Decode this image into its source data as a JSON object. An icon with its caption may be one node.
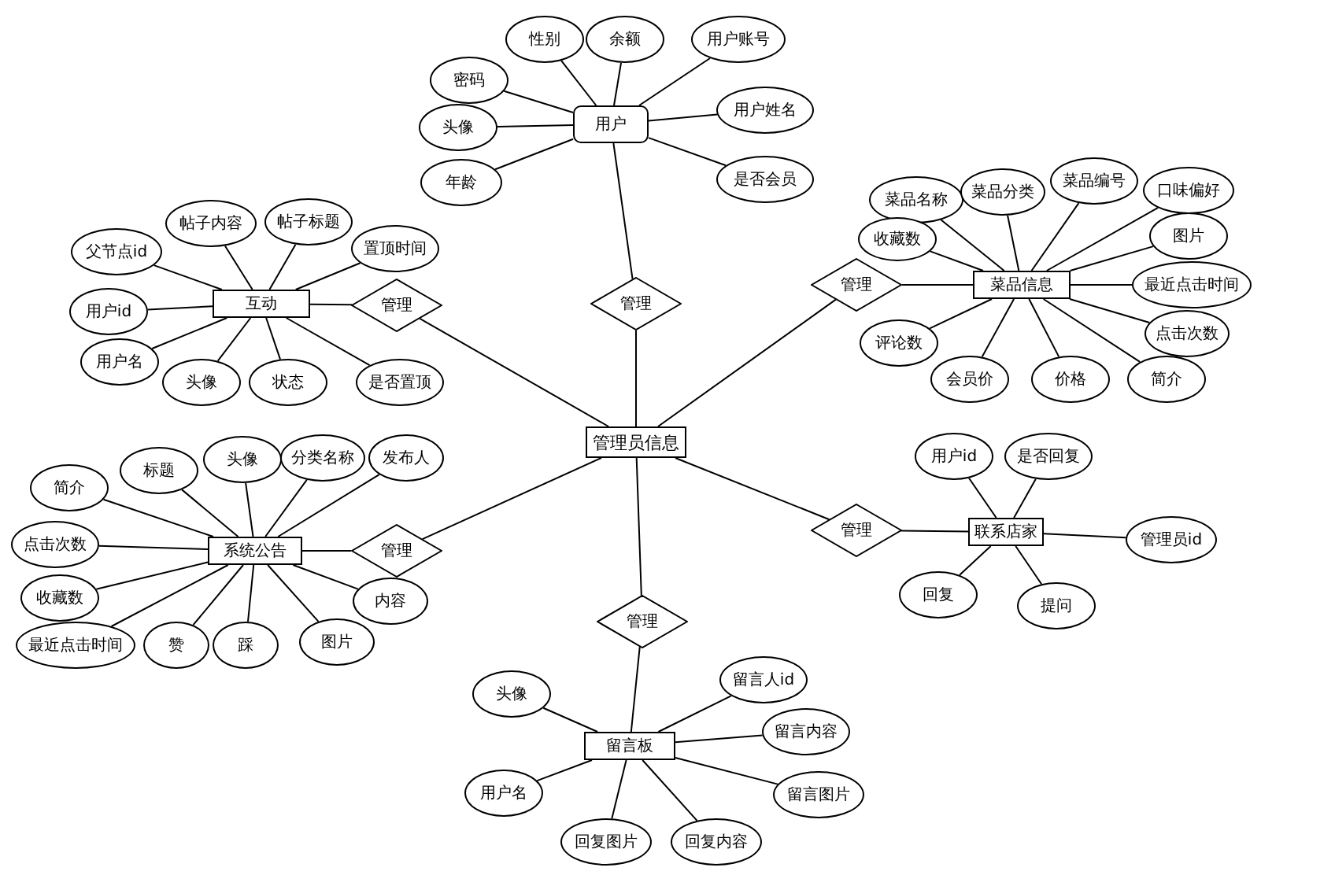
{
  "diagram": {
    "nodes": [
      {
        "text": [
          "管理员信息"
        ]
      },
      {
        "text": [
          "用户"
        ]
      },
      {
        "text": [
          "性别"
        ]
      },
      {
        "text": [
          "余额"
        ]
      },
      {
        "text": [
          "用户账号"
        ]
      },
      {
        "text": [
          "密码"
        ]
      },
      {
        "text": [
          "头像"
        ]
      },
      {
        "text": [
          "年龄"
        ]
      },
      {
        "text": [
          "用户姓名"
        ]
      },
      {
        "text": [
          "是否会员"
        ]
      },
      {
        "text": [
          "管理"
        ]
      },
      {
        "text": [
          "互动"
        ]
      },
      {
        "text": [
          "帖子内容"
        ]
      },
      {
        "text": [
          "帖子标题"
        ]
      },
      {
        "text": [
          "父节点id"
        ]
      },
      {
        "text": [
          "置顶时间"
        ]
      },
      {
        "text": [
          "用户id"
        ]
      },
      {
        "text": [
          "用户名"
        ]
      },
      {
        "text": [
          "头像"
        ]
      },
      {
        "text": [
          "状态"
        ]
      },
      {
        "text": [
          "是否置顶"
        ]
      },
      {
        "text": [
          "管理"
        ]
      },
      {
        "text": [
          "菜品信息"
        ]
      },
      {
        "text": [
          "菜品名称"
        ]
      },
      {
        "text": [
          "菜品分类"
        ]
      },
      {
        "text": [
          "菜品编号"
        ]
      },
      {
        "text": [
          "口味偏好"
        ]
      },
      {
        "text": [
          "收藏数"
        ]
      },
      {
        "text": [
          "图片"
        ]
      },
      {
        "text": [
          "最近点击时间"
        ]
      },
      {
        "text": [
          "点击次数"
        ]
      },
      {
        "text": [
          "评论数"
        ]
      },
      {
        "text": [
          "会员价"
        ]
      },
      {
        "text": [
          "价格"
        ]
      },
      {
        "text": [
          "简介"
        ]
      },
      {
        "text": [
          "管理"
        ]
      },
      {
        "text": [
          "系统公告"
        ]
      },
      {
        "text": [
          "简介"
        ]
      },
      {
        "text": [
          "标题"
        ]
      },
      {
        "text": [
          "头像"
        ]
      },
      {
        "text": [
          "分类名称"
        ]
      },
      {
        "text": [
          "发布人"
        ]
      },
      {
        "text": [
          "点击次数"
        ]
      },
      {
        "text": [
          "收藏数"
        ]
      },
      {
        "text": [
          "最近点击时间"
        ]
      },
      {
        "text": [
          "赞"
        ]
      },
      {
        "text": [
          "踩"
        ]
      },
      {
        "text": [
          "图片"
        ]
      },
      {
        "text": [
          "内容"
        ]
      },
      {
        "text": [
          "管理"
        ]
      },
      {
        "text": [
          "联系店家"
        ]
      },
      {
        "text": [
          "用户id"
        ]
      },
      {
        "text": [
          "是否回复"
        ]
      },
      {
        "text": [
          "管理员id"
        ]
      },
      {
        "text": [
          "回复"
        ]
      },
      {
        "text": [
          "提问"
        ]
      },
      {
        "text": [
          "管理"
        ]
      },
      {
        "text": [
          "管理"
        ]
      },
      {
        "text": [
          "留言板"
        ]
      },
      {
        "text": [
          "头像"
        ]
      },
      {
        "text": [
          "用户名"
        ]
      },
      {
        "text": [
          "留言人id"
        ]
      },
      {
        "text": [
          "留言内容"
        ]
      },
      {
        "text": [
          "留言图片"
        ]
      },
      {
        "text": [
          "回复图片"
        ]
      },
      {
        "text": [
          "回复内容"
        ]
      }
    ],
    "edges": [
      {
        "from": 0,
        "to": 10,
        "arrow": "none"
      },
      {
        "from": 10,
        "to": 1,
        "arrow": "none"
      },
      {
        "from": 1,
        "to": 2,
        "arrow": "none"
      },
      {
        "from": 1,
        "to": 3,
        "arrow": "none"
      },
      {
        "from": 1,
        "to": 4,
        "arrow": "none"
      },
      {
        "from": 1,
        "to": 5,
        "arrow": "none"
      },
      {
        "from": 1,
        "to": 6,
        "arrow": "none"
      },
      {
        "from": 1,
        "to": 7,
        "arrow": "none"
      },
      {
        "from": 1,
        "to": 8,
        "arrow": "none"
      },
      {
        "from": 1,
        "to": 9,
        "arrow": "none"
      },
      {
        "from": 0,
        "to": 21,
        "arrow": "none"
      },
      {
        "from": 21,
        "to": 11,
        "arrow": "none"
      },
      {
        "from": 11,
        "to": 12,
        "arrow": "none"
      },
      {
        "from": 11,
        "to": 13,
        "arrow": "none"
      },
      {
        "from": 11,
        "to": 14,
        "arrow": "none"
      },
      {
        "from": 11,
        "to": 15,
        "arrow": "none"
      },
      {
        "from": 11,
        "to": 16,
        "arrow": "none"
      },
      {
        "from": 11,
        "to": 17,
        "arrow": "none"
      },
      {
        "from": 11,
        "to": 18,
        "arrow": "none"
      },
      {
        "from": 11,
        "to": 19,
        "arrow": "none"
      },
      {
        "from": 11,
        "to": 20,
        "arrow": "none"
      },
      {
        "from": 0,
        "to": 35,
        "arrow": "none"
      },
      {
        "from": 35,
        "to": 22,
        "arrow": "none"
      },
      {
        "from": 22,
        "to": 23,
        "arrow": "none"
      },
      {
        "from": 22,
        "to": 24,
        "arrow": "none"
      },
      {
        "from": 22,
        "to": 25,
        "arrow": "none"
      },
      {
        "from": 22,
        "to": 26,
        "arrow": "none"
      },
      {
        "from": 22,
        "to": 27,
        "arrow": "none"
      },
      {
        "from": 22,
        "to": 28,
        "arrow": "none"
      },
      {
        "from": 22,
        "to": 29,
        "arrow": "none"
      },
      {
        "from": 22,
        "to": 30,
        "arrow": "none"
      },
      {
        "from": 22,
        "to": 31,
        "arrow": "none"
      },
      {
        "from": 22,
        "to": 32,
        "arrow": "none"
      },
      {
        "from": 22,
        "to": 33,
        "arrow": "none"
      },
      {
        "from": 22,
        "to": 34,
        "arrow": "none"
      },
      {
        "from": 0,
        "to": 49,
        "arrow": "none"
      },
      {
        "from": 49,
        "to": 36,
        "arrow": "none"
      },
      {
        "from": 36,
        "to": 37,
        "arrow": "none"
      },
      {
        "from": 36,
        "to": 38,
        "arrow": "none"
      },
      {
        "from": 36,
        "to": 39,
        "arrow": "none"
      },
      {
        "from": 36,
        "to": 40,
        "arrow": "none"
      },
      {
        "from": 36,
        "to": 41,
        "arrow": "none"
      },
      {
        "from": 36,
        "to": 42,
        "arrow": "none"
      },
      {
        "from": 36,
        "to": 43,
        "arrow": "none"
      },
      {
        "from": 36,
        "to": 44,
        "arrow": "none"
      },
      {
        "from": 36,
        "to": 45,
        "arrow": "none"
      },
      {
        "from": 36,
        "to": 46,
        "arrow": "none"
      },
      {
        "from": 36,
        "to": 47,
        "arrow": "none"
      },
      {
        "from": 36,
        "to": 48,
        "arrow": "none"
      },
      {
        "from": 0,
        "to": 56,
        "arrow": "none"
      },
      {
        "from": 56,
        "to": 50,
        "arrow": "none"
      },
      {
        "from": 50,
        "to": 51,
        "arrow": "none"
      },
      {
        "from": 50,
        "to": 52,
        "arrow": "none"
      },
      {
        "from": 50,
        "to": 53,
        "arrow": "none"
      },
      {
        "from": 50,
        "to": 54,
        "arrow": "none"
      },
      {
        "from": 50,
        "to": 55,
        "arrow": "none"
      },
      {
        "from": 0,
        "to": 57,
        "arrow": "none"
      },
      {
        "from": 57,
        "to": 58,
        "arrow": "none"
      },
      {
        "from": 58,
        "to": 59,
        "arrow": "none"
      },
      {
        "from": 58,
        "to": 60,
        "arrow": "none"
      },
      {
        "from": 58,
        "to": 61,
        "arrow": "none"
      },
      {
        "from": 58,
        "to": 62,
        "arrow": "none"
      },
      {
        "from": 58,
        "to": 63,
        "arrow": "none"
      },
      {
        "from": 58,
        "to": 64,
        "arrow": "none"
      },
      {
        "from": 58,
        "to": 65,
        "arrow": "none"
      }
    ]
  }
}
